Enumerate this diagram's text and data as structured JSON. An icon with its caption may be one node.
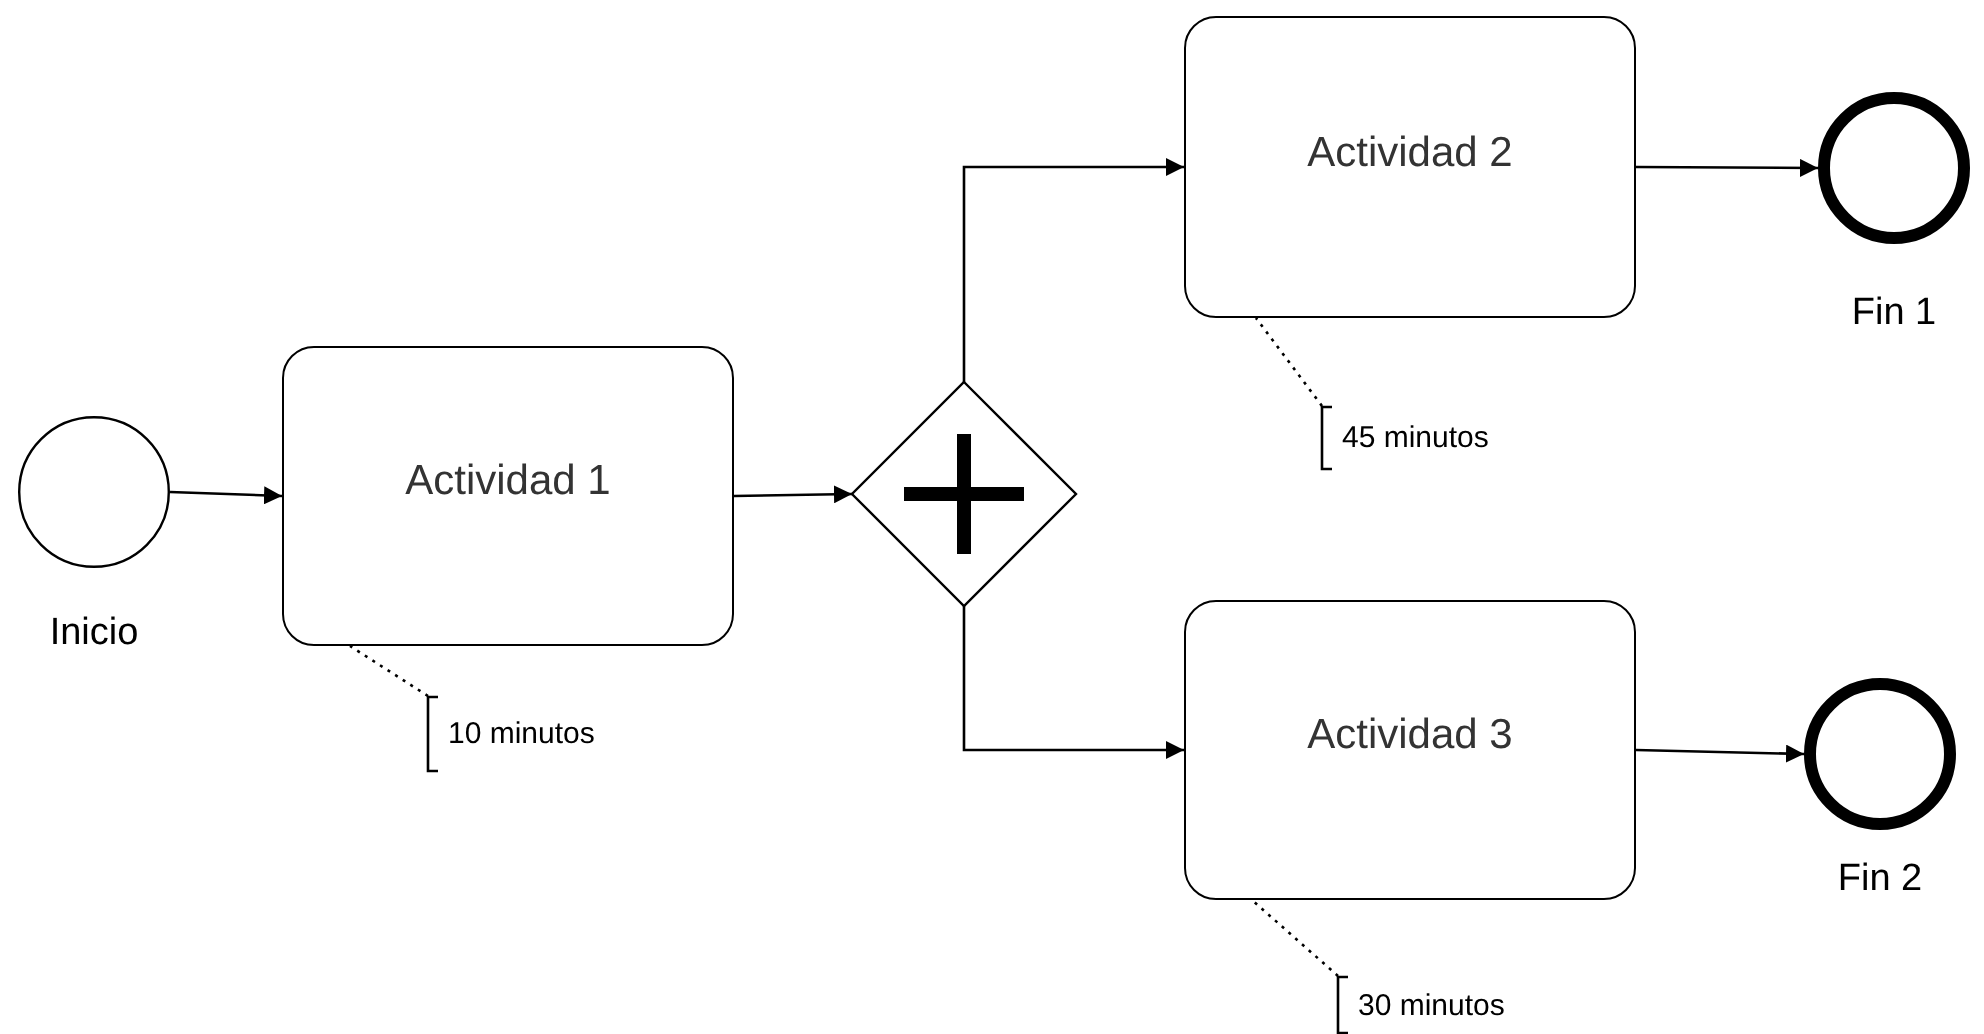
{
  "diagram": {
    "nodes": [
      {
        "text": [
          "Inicio"
        ]
      },
      {
        "text": [
          "Actividad 1"
        ]
      },
      {
        "text": [],
        "shape": "diamond"
      },
      {
        "text": [
          "Actividad 2"
        ]
      },
      {
        "text": [
          "Actividad 3"
        ]
      },
      {
        "text": [
          "Fin 1"
        ]
      },
      {
        "text": [
          "Fin 2"
        ]
      },
      {
        "text": [
          "10 minutos"
        ]
      },
      {
        "text": [
          "45 minutos"
        ]
      },
      {
        "text": [
          "30 minutos"
        ]
      }
    ],
    "edges": [
      {
        "from": 0,
        "to": 1,
        "arrow": "to"
      },
      {
        "from": 1,
        "to": 2,
        "arrow": "to"
      },
      {
        "from": 2,
        "to": 3,
        "arrow": "to"
      },
      {
        "from": 2,
        "to": 4,
        "arrow": "to"
      },
      {
        "from": 3,
        "to": 5,
        "arrow": "to"
      },
      {
        "from": 4,
        "to": 6,
        "arrow": "to"
      },
      {
        "from": 7,
        "to": 1,
        "arrow": "none",
        "style": "dashed"
      },
      {
        "from": 8,
        "to": 3,
        "arrow": "none",
        "style": "dashed"
      },
      {
        "from": 9,
        "to": 4,
        "arrow": "none",
        "style": "dashed"
      }
    ]
  }
}
